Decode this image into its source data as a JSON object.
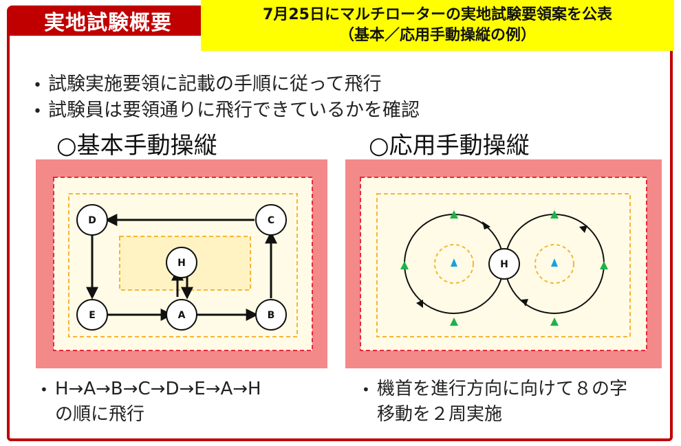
{
  "header": {
    "tab_label": "実地試験概要",
    "banner_line1": "7月25日にマルチローターの実地試験要領案を公表",
    "banner_line2": "（基本／応用手動操縦の例）"
  },
  "bullets": [
    "試験実施要領に記載の手順に従って飛行",
    "試験員は要領通りに飛行できているかを確認"
  ],
  "basic": {
    "title": "○基本手動操縦",
    "points": {
      "D": "D",
      "C": "C",
      "H": "H",
      "E": "E",
      "A": "A",
      "B": "B"
    },
    "note_line1": "H→A→B→C→D→E→A→H",
    "note_line2": "の順に飛行"
  },
  "applied": {
    "title": "○応用手動操縦",
    "center_label": "H",
    "note_line1": "機首を進行方向に向けて８の字",
    "note_line2": "移動を２周実施"
  },
  "colors": {
    "accent_red": "#c00000",
    "banner_yellow": "#ffff00",
    "outer_zone": "#f4898a",
    "inner_zone": "#fffbe6",
    "core_zone": "#fff3c4",
    "dash_red": "#e8283a",
    "dash_yellow": "#f5b533",
    "marker_green": "#1fb14a",
    "marker_blue": "#1aa0e0"
  }
}
